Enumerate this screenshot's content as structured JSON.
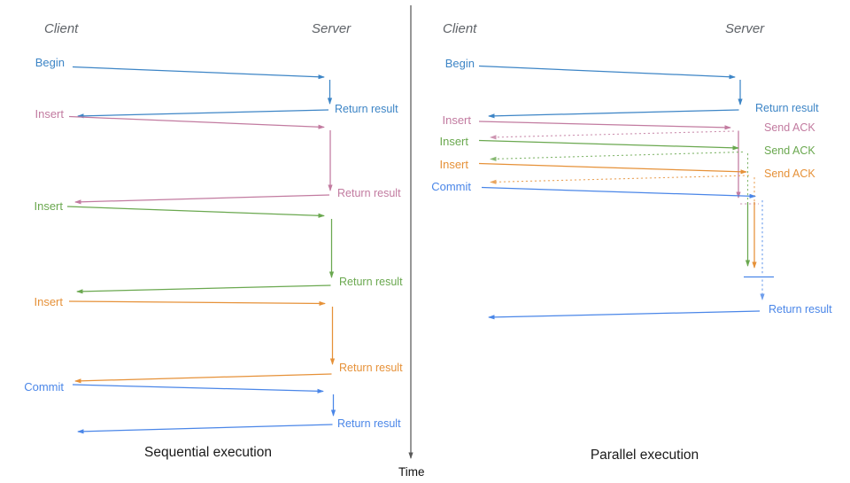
{
  "diagram_type": "client-server sequence diagram comparison",
  "colors": {
    "begin_blue": "#3d85c6",
    "commit_blue": "#4a86e8",
    "insert_pink": "#c27ba0",
    "insert_green": "#6aa84f",
    "insert_orange": "#e69138",
    "axis_gray": "#595959",
    "header_gray": "#5f6368",
    "title_black": "#1a1a1a"
  },
  "left_panel": {
    "title": "Sequential execution",
    "client_header": "Client",
    "server_header": "Server",
    "ops": [
      {
        "label": "Begin",
        "response": "Return result",
        "color": "#3d85c6"
      },
      {
        "label": "Insert",
        "response": "Return result",
        "color": "#c27ba0"
      },
      {
        "label": "Insert",
        "response": "Return result",
        "color": "#6aa84f"
      },
      {
        "label": "Insert",
        "response": "Return result",
        "color": "#e69138"
      },
      {
        "label": "Commit",
        "response": "Return result",
        "color": "#4a86e8"
      }
    ]
  },
  "right_panel": {
    "title": "Parallel execution",
    "client_header": "Client",
    "server_header": "Server",
    "ops": [
      {
        "label": "Begin",
        "response": "Return result",
        "color": "#3d85c6"
      },
      {
        "label": "Insert",
        "response": "Send ACK",
        "color": "#c27ba0"
      },
      {
        "label": "Insert",
        "response": "Send ACK",
        "color": "#6aa84f"
      },
      {
        "label": "Insert",
        "response": "Send ACK",
        "color": "#e69138"
      },
      {
        "label": "Commit",
        "response": "Return result",
        "color": "#4a86e8"
      }
    ]
  },
  "time_axis": {
    "label": "Time"
  }
}
